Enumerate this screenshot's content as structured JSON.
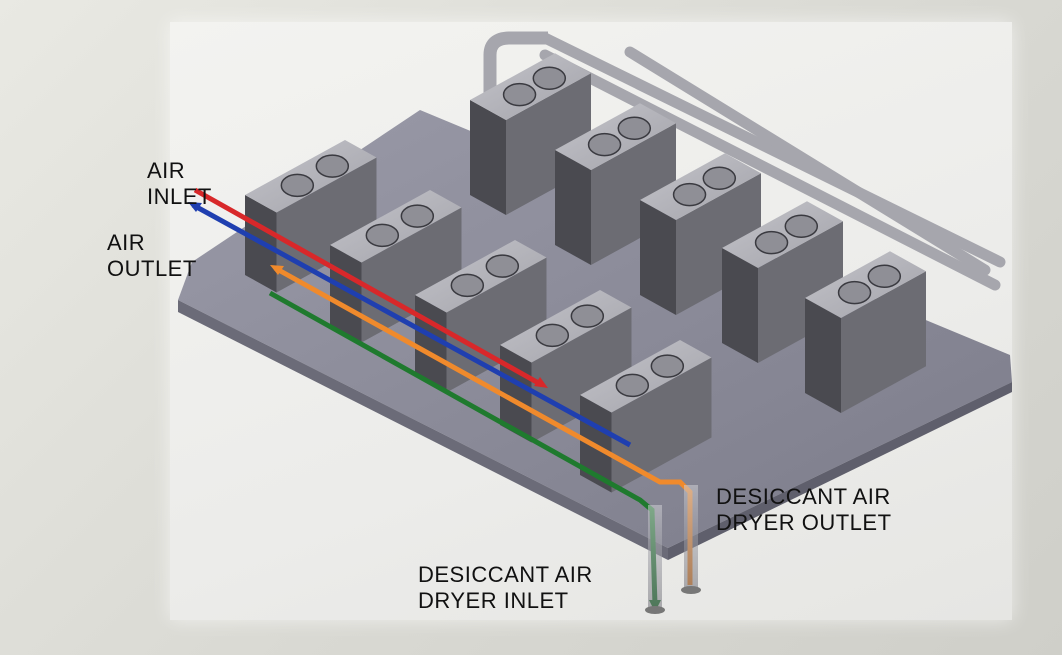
{
  "labels": {
    "air_inlet": [
      "AIR",
      "INLET"
    ],
    "air_outlet": [
      "AIR",
      "OUTLET"
    ],
    "dryer_outlet": [
      "DESICCANT AIR",
      "DRYER OUTLET"
    ],
    "dryer_inlet": [
      "DESICCANT AIR",
      "DRYER INLET"
    ]
  },
  "colors": {
    "air_inlet_line": "#d8282a",
    "air_outlet_line": "#1f3fb0",
    "dryer_outlet_line": "#f08a2c",
    "dryer_inlet_line": "#1f7a2e",
    "platform": "#8a8a98",
    "unit_top": "#b3b3b9",
    "unit_front": "#6c6c73",
    "unit_side": "#4a4a50",
    "pipe": "#a6a6ad"
  }
}
